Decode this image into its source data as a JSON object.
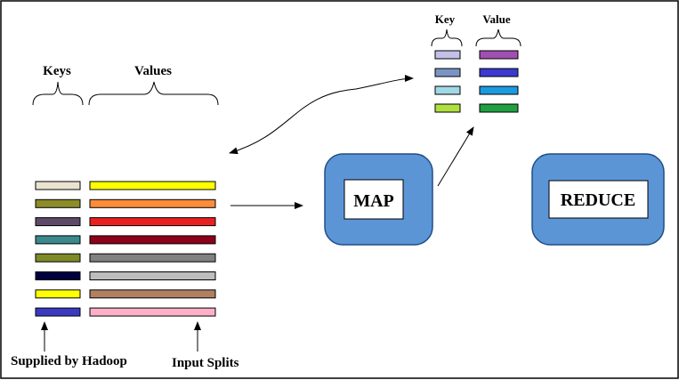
{
  "labels": {
    "keys": "Keys",
    "values": "Values",
    "key": "Key",
    "value": "Value",
    "supplied_by_hadoop": "Supplied by Hadoop",
    "input_splits": "Input Splits"
  },
  "boxes": {
    "map": "MAP",
    "reduce": "REDUCE"
  },
  "colors": {
    "box_fill": "#5b95d6",
    "box_border": "#1f4e85",
    "input_keys": [
      "#e9e3d0",
      "#8c8c2a",
      "#5d4a68",
      "#3a8a8c",
      "#7d8a28",
      "#000040",
      "#ffff00",
      "#3a3ac0"
    ],
    "input_values": [
      "#ffff00",
      "#ff8c3a",
      "#e82020",
      "#8c0018",
      "#808080",
      "#bdbdbd",
      "#b08060",
      "#ffb0c8"
    ],
    "output_keys": [
      "#c4c0e8",
      "#7a95c4",
      "#a0d8e8",
      "#b0e040"
    ],
    "output_values": [
      "#a050b0",
      "#3a3ad0",
      "#1a9ae0",
      "#20a040"
    ]
  }
}
